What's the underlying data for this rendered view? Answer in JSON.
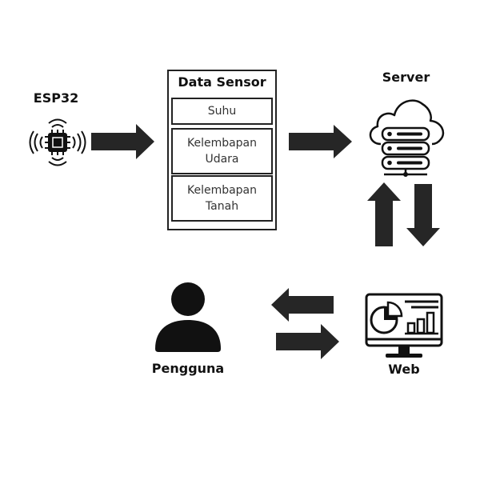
{
  "nodes": {
    "esp32": {
      "label": "ESP32"
    },
    "data_sensor": {
      "title": "Data Sensor",
      "fields": [
        "Suhu",
        "Kelembapan\nUdara",
        "Kelembapan\nTanah"
      ]
    },
    "server": {
      "label": "Server"
    },
    "web": {
      "label": "Web"
    },
    "user": {
      "label": "Pengguna"
    }
  },
  "colors": {
    "ink": "#111111",
    "arrow": "#262626",
    "background": "#ffffff"
  },
  "icons": {
    "esp32": "chip-wireless-icon",
    "server": "cloud-server-icon",
    "web": "monitor-dashboard-icon",
    "user": "person-icon"
  }
}
